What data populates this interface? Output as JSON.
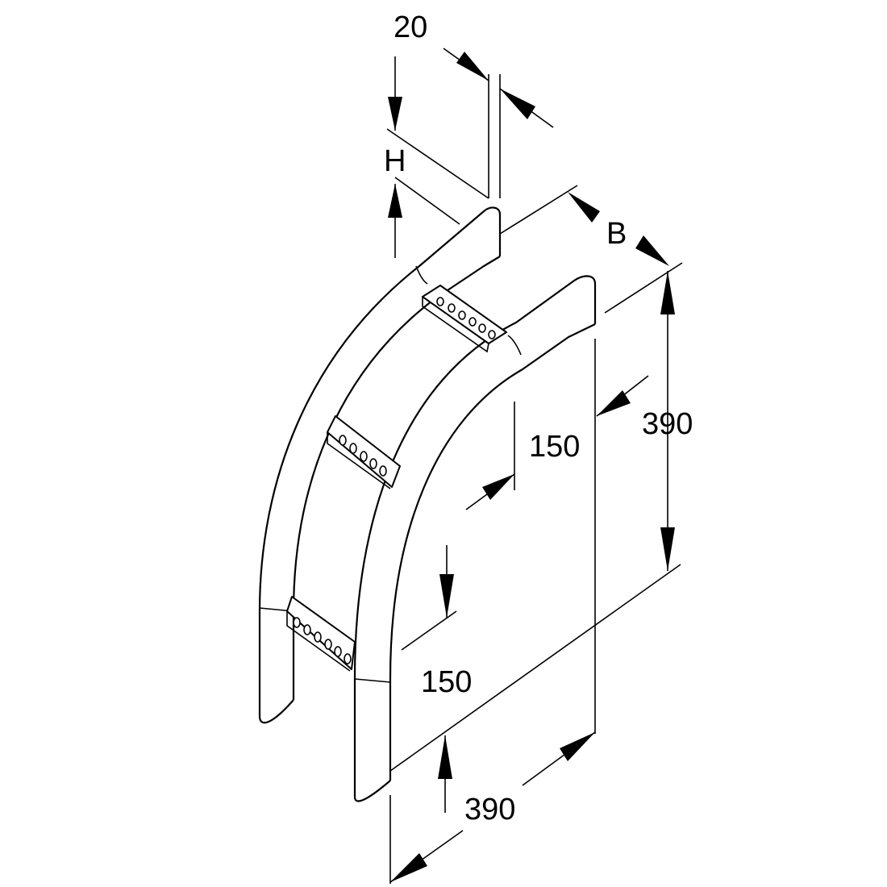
{
  "labels": {
    "width_rail": "20",
    "height": "H",
    "width_tray": "B",
    "vertical_size": "390",
    "horizontal_size": "390",
    "straight_upper": "150",
    "straight_lower": "150"
  }
}
